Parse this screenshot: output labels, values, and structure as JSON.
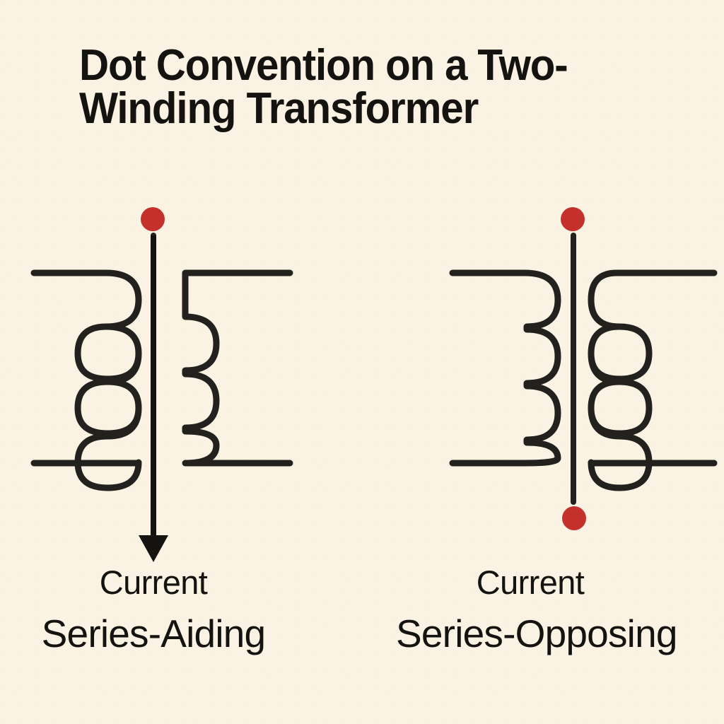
{
  "page": {
    "title": "Dot Convention on a Two-Winding Transformer",
    "background_color": "#faf3e3",
    "ink_color": "#23211d",
    "dot_color": "#c4302b"
  },
  "diagrams": [
    {
      "id": "series-aiding",
      "caption_line1": "Current",
      "caption_line2": "Series-Aiding",
      "dots": [
        {
          "name": "primary-top-dot",
          "position": "top"
        }
      ],
      "dot_count": 1,
      "arrow": {
        "direction": "down",
        "present": true
      },
      "left_winding": {
        "turns": 3,
        "style": "closed-loop",
        "bulge": "left"
      },
      "right_winding": {
        "turns": 3,
        "style": "open-bump",
        "bulge": "right"
      }
    },
    {
      "id": "series-opposing",
      "caption_line1": "Current",
      "caption_line2": "Series-Opposing",
      "dots": [
        {
          "name": "primary-top-dot",
          "position": "top"
        },
        {
          "name": "secondary-bottom-dot",
          "position": "bottom"
        }
      ],
      "dot_count": 2,
      "arrow": {
        "direction": "none",
        "present": false
      },
      "left_winding": {
        "turns": 3,
        "style": "open-bump",
        "bulge": "right"
      },
      "right_winding": {
        "turns": 3,
        "style": "closed-loop",
        "bulge": "right"
      }
    }
  ]
}
